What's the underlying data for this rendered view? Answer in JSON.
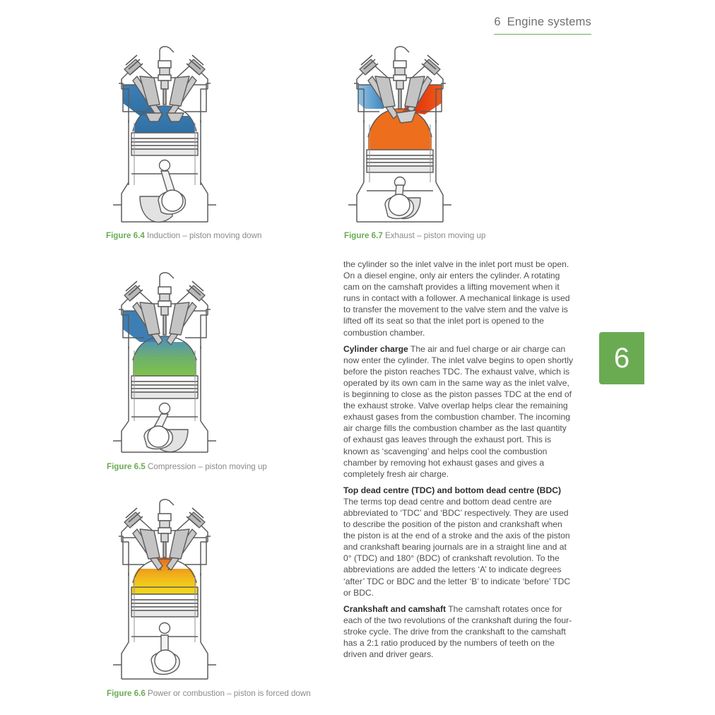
{
  "running_head": {
    "chapter_number": "6",
    "title": "Engine systems",
    "rule_color": "#6aab52"
  },
  "chapter_tab": {
    "number": "6",
    "background_color": "#6aab52",
    "text_color": "#ffffff"
  },
  "figures": [
    {
      "id": "figure-6-4",
      "label": "Figure 6.4",
      "caption": "Induction – piston moving down",
      "stroke_state": "induction",
      "chamber_fill": "#3d7fb5",
      "inlet_port_fill": "#3d7fb5",
      "exhaust_port_fill": "#ffffff",
      "piston_position": "low",
      "description": "Cylinder cross-section, inlet valve open, blue air-fuel charge entering, piston near bottom"
    },
    {
      "id": "figure-6-5",
      "label": "Figure 6.5",
      "caption": "Compression – piston moving up",
      "stroke_state": "compression",
      "chamber_fill_top": "#4a8fc4",
      "chamber_fill_bottom": "#7ec24a",
      "inlet_port_fill": "#3d7fb5",
      "exhaust_port_fill": "#ffffff",
      "piston_position": "mid-high",
      "description": "Both valves closed, charge compressed, blue-to-green gradient in chamber"
    },
    {
      "id": "figure-6-6",
      "label": "Figure 6.6",
      "caption": "Power or combustion – piston is forced down",
      "stroke_state": "power",
      "chamber_fill_top": "#e8661e",
      "chamber_fill_bottom": "#f3d21c",
      "inlet_port_fill": "#ffffff",
      "exhaust_port_fill": "#ffffff",
      "piston_position": "high",
      "description": "Both valves closed, spark plug fires, orange-to-yellow burning gas, piston forced down"
    },
    {
      "id": "figure-6-7",
      "label": "Figure 6.7",
      "caption": "Exhaust – piston moving up",
      "stroke_state": "exhaust",
      "chamber_fill": "#ed6e1c",
      "inlet_port_fill": "#5aa3d8",
      "exhaust_port_fill": "#e02b0e",
      "piston_position": "mid",
      "description": "Exhaust valve open, hot orange gases pushed out through red exhaust port, piston moving up"
    }
  ],
  "body_text": {
    "paragraph_1": "the cylinder so the inlet valve in the inlet port must be open. On a diesel engine, only air enters the cylinder. A rotating cam on the camshaft provides a lifting movement when it runs in contact with a follower. A mechanical linkage is used to transfer the movement to the valve stem and the valve is lifted off its seat so that the inlet port is opened to the combustion chamber.",
    "paragraph_2_heading": "Cylinder charge",
    "paragraph_2": " The air and fuel charge or air charge can now enter the cylinder. The inlet valve begins to open shortly before the piston reaches TDC. The exhaust valve, which is operated by its own cam in the same way as the inlet valve, is beginning to close as the piston passes TDC at the end of the exhaust stroke. Valve overlap helps clear the remaining exhaust gases from the combustion chamber. The incoming air charge fills the combustion chamber as the last quantity of exhaust gas leaves through the exhaust port. This is known as ‘scavenging’ and helps cool the combustion chamber by removing hot exhaust gases and gives a completely fresh air charge.",
    "paragraph_3_heading": "Top dead centre (TDC) and bottom dead centre (BDC)",
    "paragraph_3": " The terms top dead centre and bottom dead centre are abbreviated to ‘TDC’ and ‘BDC’ respectively. They are used to describe the position of the piston and crankshaft when the piston is at the end of a stroke and the axis of the piston and crankshaft bearing journals are in a straight line and at 0° (TDC) and 180° (BDC) of crankshaft revolution. To the abbreviations are added the letters ‘A’ to indicate degrees ‘after’ TDC or BDC and the letter ‘B’ to indicate ‘before’ TDC or BDC.",
    "paragraph_4_heading": "Crankshaft and camshaft",
    "paragraph_4": " The camshaft rotates once for each of the two revolutions of the crankshaft during the four-stroke cycle. The drive from the crankshaft to the camshaft has a 2:1 ratio produced by the numbers of teeth on the driven and driver gears."
  }
}
